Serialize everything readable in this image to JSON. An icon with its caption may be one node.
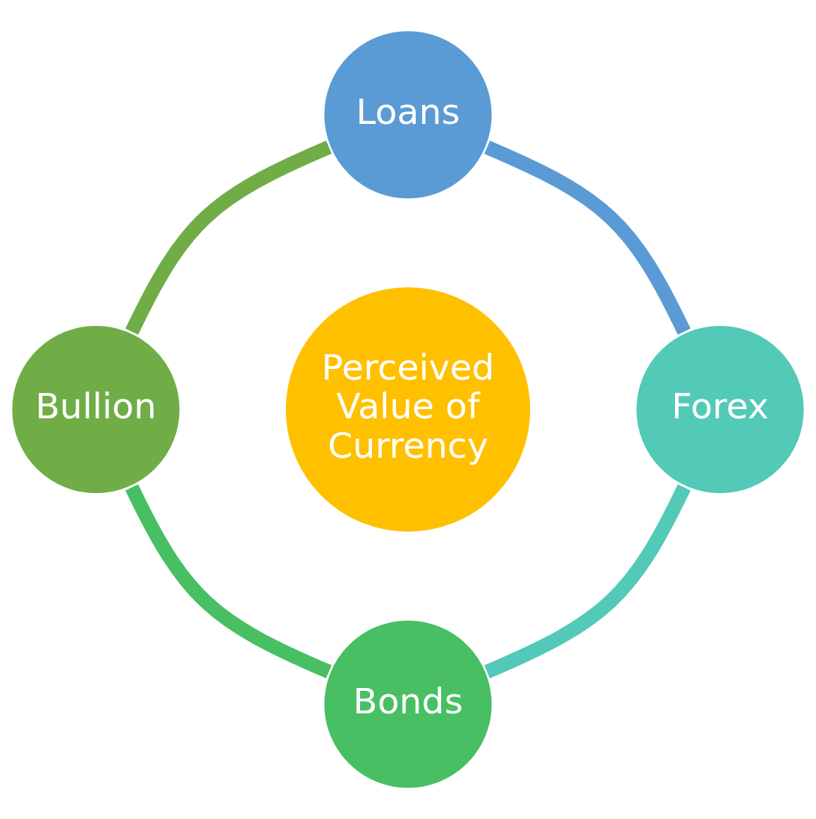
{
  "diagram": {
    "nodes": [
      {
        "text": [
          "Loans"
        ]
      },
      {
        "text": [
          "Forex"
        ]
      },
      {
        "text": [
          "Bonds"
        ]
      },
      {
        "text": [
          "Bullion"
        ]
      },
      {
        "text": [
          "Perceived Value of Currency"
        ]
      }
    ],
    "edges": [
      {
        "from": 0,
        "to": 1,
        "arrow": "none",
        "color": "#5b9bd5"
      },
      {
        "from": 1,
        "to": 2,
        "arrow": "none",
        "color": "#53c9b7"
      },
      {
        "from": 2,
        "to": 3,
        "arrow": "none",
        "color": "#48bf63"
      },
      {
        "from": 3,
        "to": 0,
        "arrow": "none",
        "color": "#70ad47"
      }
    ]
  }
}
